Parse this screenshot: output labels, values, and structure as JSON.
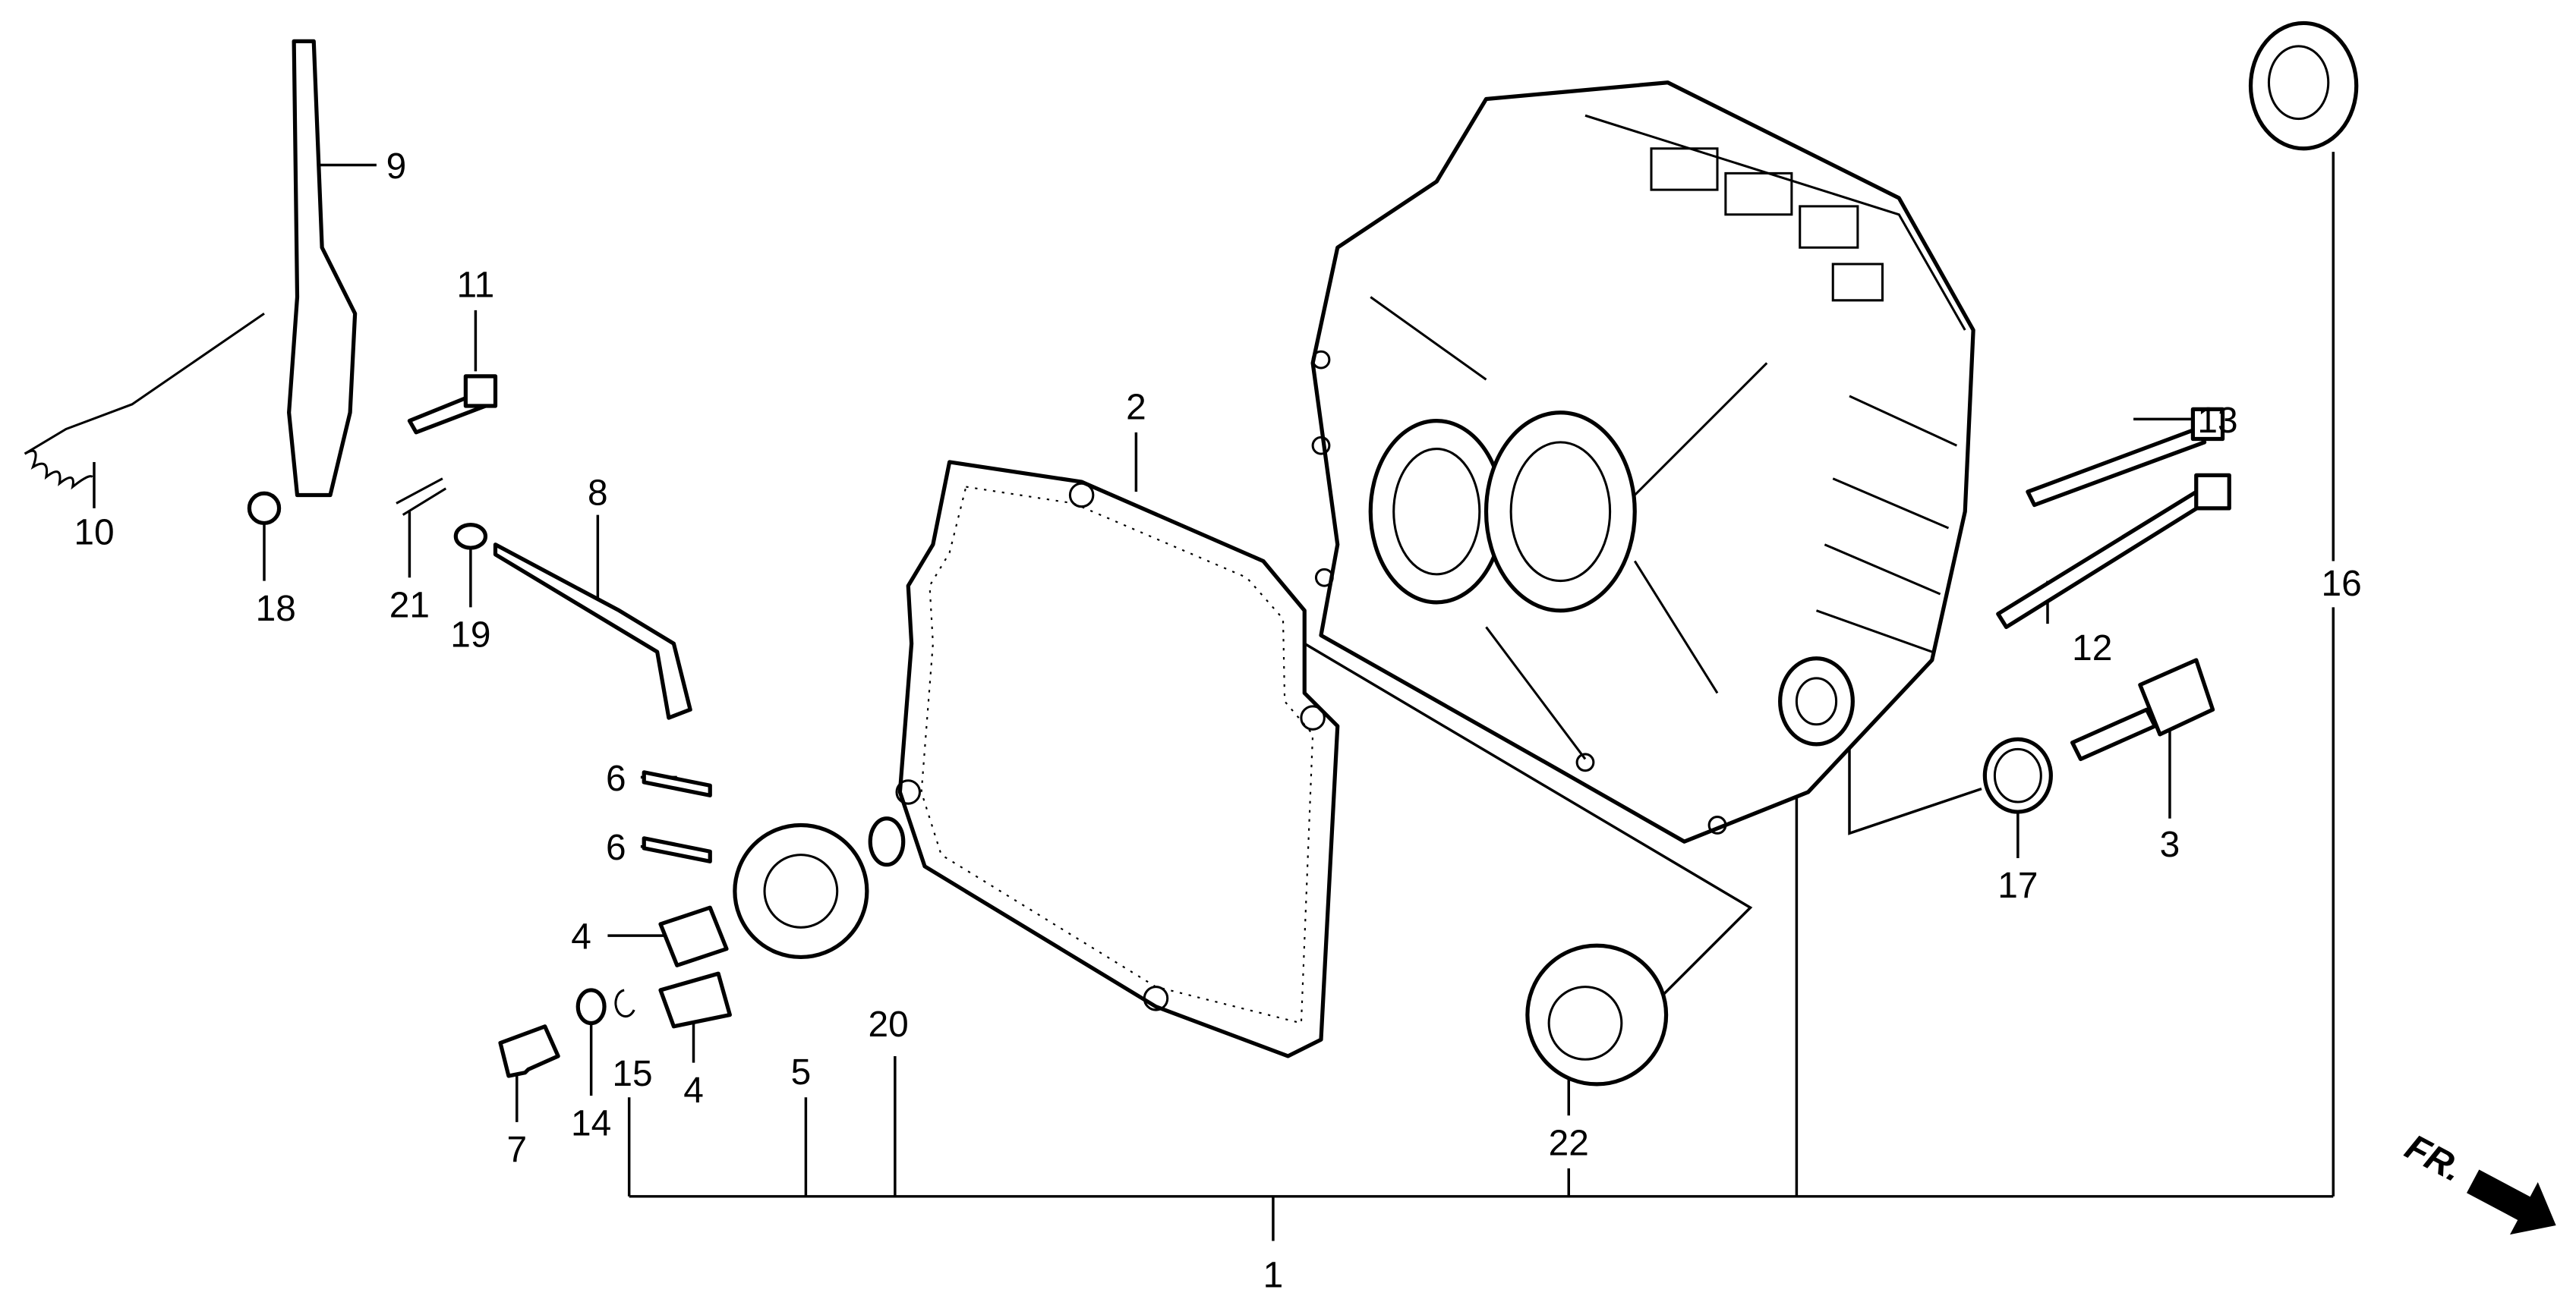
{
  "diagram": {
    "callouts": [
      "1",
      "2",
      "3",
      "4",
      "4",
      "5",
      "6",
      "6",
      "7",
      "8",
      "9",
      "10",
      "11",
      "12",
      "13",
      "14",
      "15",
      "16",
      "17",
      "18",
      "19",
      "20",
      "21",
      "22"
    ],
    "front_arrow": "FR."
  }
}
